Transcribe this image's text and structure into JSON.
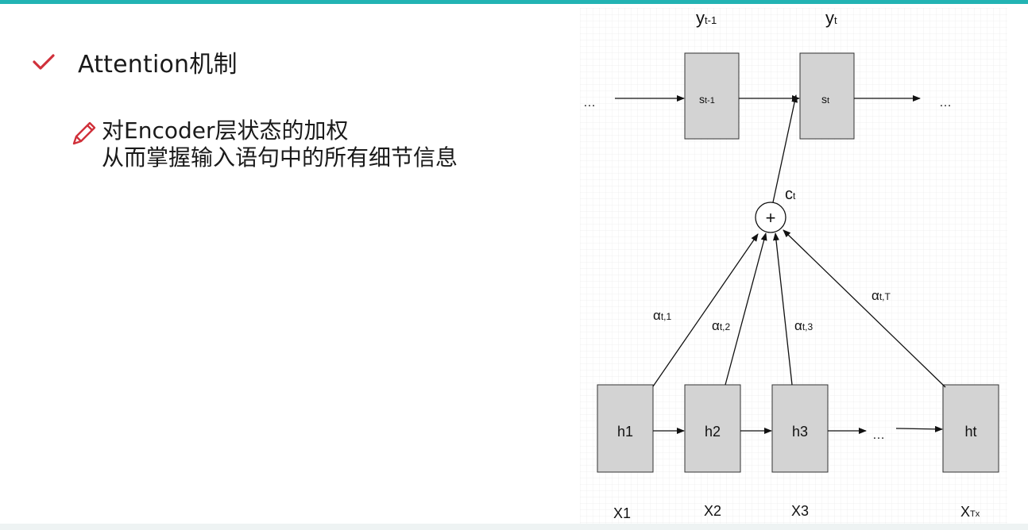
{
  "slide": {
    "heading": "Attention机制",
    "subpoint_line1": "对Encoder层状态的加权",
    "subpoint_line2": "从而掌握输入语句中的所有细节信息",
    "heading_icon": "check-icon",
    "subpoint_icon": "pencil-icon",
    "accent_color": "#22b3b3",
    "icon_color": "#d0303a"
  },
  "diagram": {
    "outputs": {
      "y_prev": "y",
      "y_prev_sub": "t-1",
      "y_cur": "y",
      "y_cur_sub": "t"
    },
    "decoder": {
      "s_prev": "s",
      "s_prev_sub": "t-1",
      "s_cur": "s",
      "s_cur_sub": "t"
    },
    "ellipsis_left": "…",
    "ellipsis_right": "…",
    "ellipsis_middle": "…",
    "context": {
      "label": "c",
      "sub": "t",
      "op": "+"
    },
    "weights": [
      {
        "label": "α",
        "sub": "t,1"
      },
      {
        "label": "α",
        "sub": "t,2"
      },
      {
        "label": "α",
        "sub": "t,3"
      },
      {
        "label": "α",
        "sub": "t,T"
      }
    ],
    "encoder": [
      "h1",
      "h2",
      "h3",
      "ht"
    ],
    "inputs": [
      {
        "label": "X1",
        "sub": ""
      },
      {
        "label": "X2",
        "sub": ""
      },
      {
        "label": "X3",
        "sub": ""
      },
      {
        "label": "X",
        "sub": "Tx"
      }
    ],
    "box_fill": "#d3d3d3",
    "grid_color": "#e6e6e6"
  }
}
